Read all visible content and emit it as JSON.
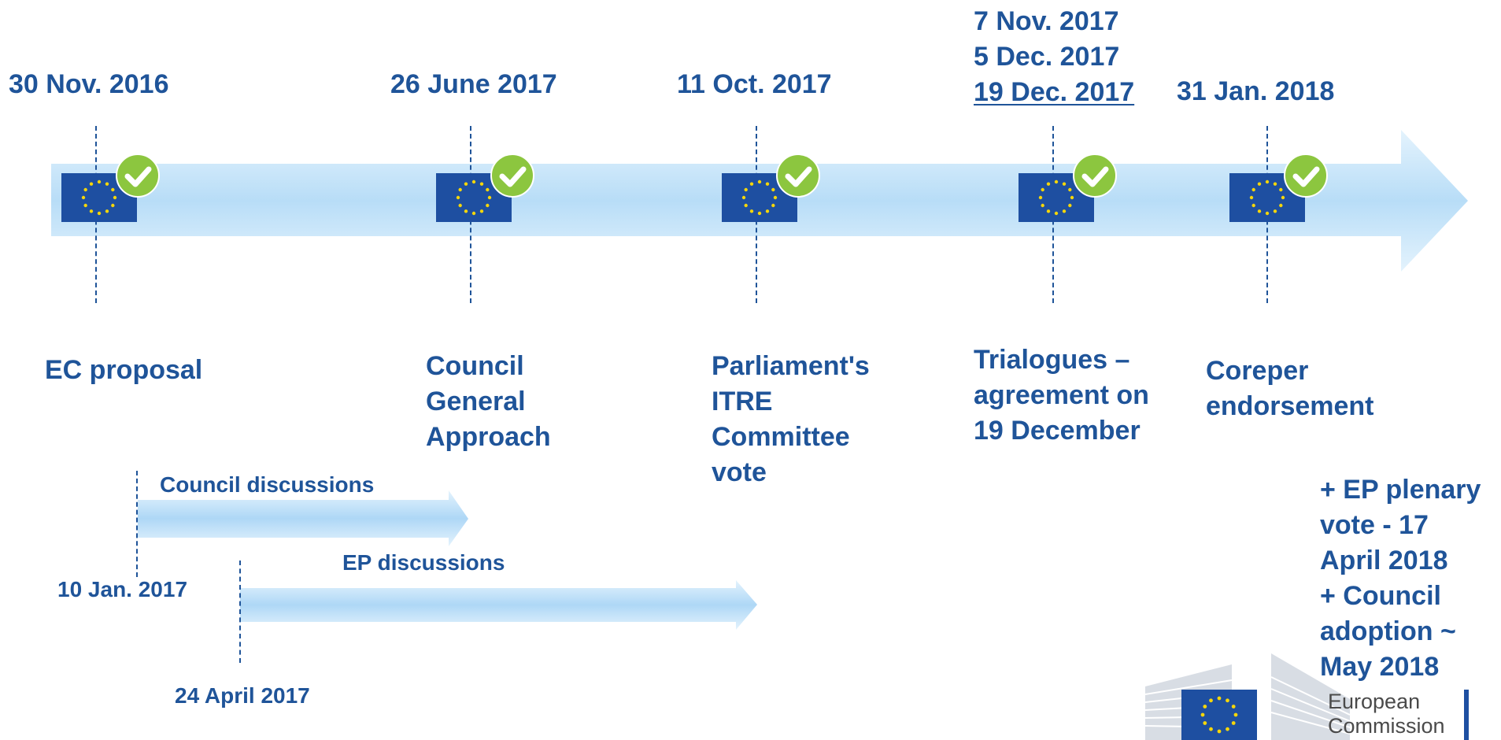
{
  "milestones": [
    {
      "date": "30 Nov. 2016",
      "label_lines": [
        "EC proposal"
      ]
    },
    {
      "date": "26 June 2017",
      "label_lines": [
        "Council",
        "General",
        "Approach"
      ]
    },
    {
      "date": "11 Oct. 2017",
      "label_lines": [
        "Parliament's",
        "ITRE",
        "Committee",
        "vote"
      ]
    },
    {
      "date_lines": [
        "7 Nov. 2017",
        "5 Dec. 2017",
        "19 Dec. 2017"
      ],
      "label_lines": [
        "Trialogues –",
        "agreement on",
        "19 December"
      ]
    },
    {
      "date": "31 Jan. 2018",
      "label_lines": [
        "Coreper",
        "endorsement"
      ]
    }
  ],
  "discussions": [
    {
      "title": "Council discussions",
      "start_date": "10 Jan. 2017"
    },
    {
      "title": "EP discussions",
      "start_date": "24 April 2017"
    }
  ],
  "next_steps_lines": [
    "+ EP plenary",
    "vote - 17",
    "April 2018",
    "+ Council",
    "adoption ~",
    "May 2018"
  ],
  "logo": {
    "text_lines": [
      "European",
      "Commission"
    ]
  },
  "colors": {
    "text": "#1f5499",
    "arrow_light": "#dff0fc",
    "arrow_mid": "#b7dcf7",
    "flag_blue": "#1e4fa1",
    "flag_star": "#f5d60a",
    "check_green": "#8cc63f"
  },
  "icons": [
    "eu-flag-icon",
    "green-check-icon",
    "european-commission-logo"
  ]
}
